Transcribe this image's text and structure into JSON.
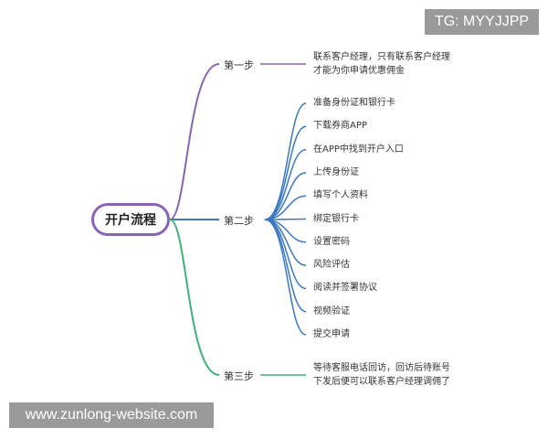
{
  "root": "开户流程",
  "colors": {
    "step1": "#8a63b8",
    "step2": "#3a78c2",
    "step3": "#3db37a"
  },
  "steps": [
    {
      "label": "第一步",
      "children": [
        "联系客户经理，只有联系客户经理",
        "才能为你申请优惠佣金"
      ]
    },
    {
      "label": "第二步",
      "children": [
        "准备身份证和银行卡",
        "下载券商APP",
        "在APP中找到开户入口",
        "上传身份证",
        "填写个人资料",
        "绑定银行卡",
        "设置密码",
        "风险评估",
        "阅读并签署协议",
        "视频验证",
        "提交申请"
      ]
    },
    {
      "label": "第三步",
      "children": [
        "等待客服电话回访，回访后待账号",
        "下发后便可以联系客户经理调佣了"
      ]
    }
  ],
  "overlays": {
    "tg": "TG: MYYJJPP",
    "site": "www.zunlong-website.com"
  }
}
